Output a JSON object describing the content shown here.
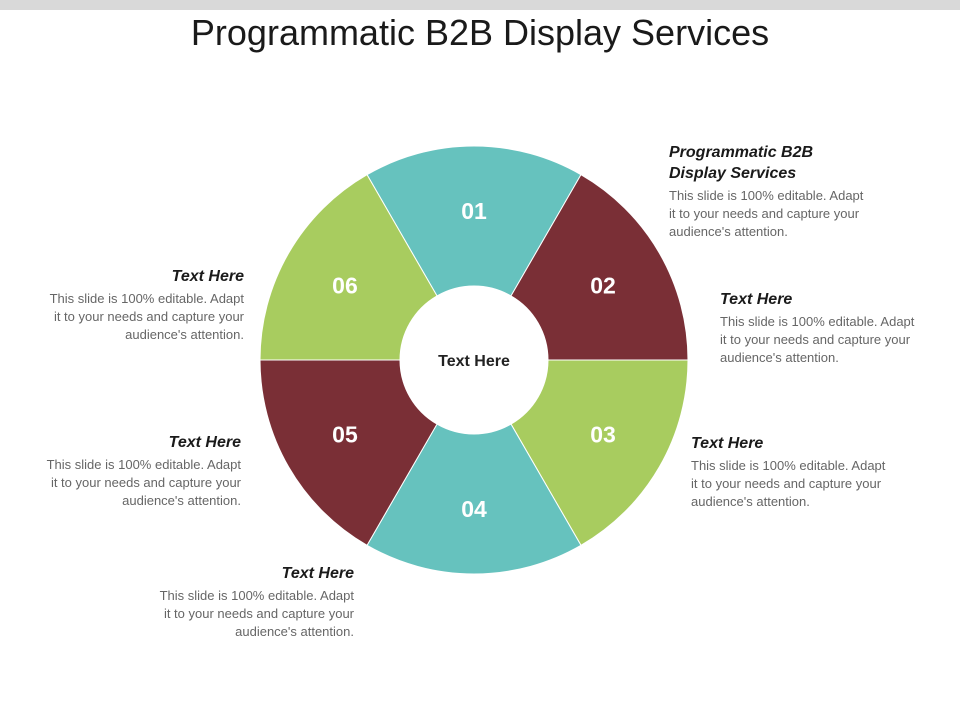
{
  "title": "Programmatic B2B Display Services",
  "center_label": "Text Here",
  "colors": {
    "teal": "#66c2be",
    "maroon": "#7a2f36",
    "green": "#a8cc5f",
    "title_bar": "#d9d9d9"
  },
  "segments": [
    {
      "number": "01",
      "color": "#66c2be"
    },
    {
      "number": "02",
      "color": "#7a2f36"
    },
    {
      "number": "03",
      "color": "#a8cc5f"
    },
    {
      "number": "04",
      "color": "#66c2be"
    },
    {
      "number": "05",
      "color": "#7a2f36"
    },
    {
      "number": "06",
      "color": "#a8cc5f"
    }
  ],
  "callouts": [
    {
      "heading_line1": "Programmatic B2B",
      "heading_line2": "Display Services",
      "body_line1": "This slide is 100% editable. Adapt",
      "body_line2": "it to your needs and capture your",
      "body_line3": "audience's attention."
    },
    {
      "heading": "Text Here",
      "body_line1": "This slide is 100% editable. Adapt",
      "body_line2": "it to your needs and capture your",
      "body_line3": "audience's attention."
    },
    {
      "heading": "Text Here",
      "body_line1": "This slide is 100% editable. Adapt",
      "body_line2": "it to your needs and capture your",
      "body_line3": "audience's attention."
    },
    {
      "heading": "Text Here",
      "body_line1": "This slide is 100% editable. Adapt",
      "body_line2": "it to your needs and capture your",
      "body_line3": "audience's attention."
    },
    {
      "heading": "Text Here",
      "body_line1": "This slide is 100% editable. Adapt",
      "body_line2": "it to your needs and capture your",
      "body_line3": "audience's attention."
    },
    {
      "heading": "Text Here",
      "body_line1": "This slide is 100% editable. Adapt",
      "body_line2": "it to your needs and capture your",
      "body_line3": "audience's attention."
    }
  ]
}
